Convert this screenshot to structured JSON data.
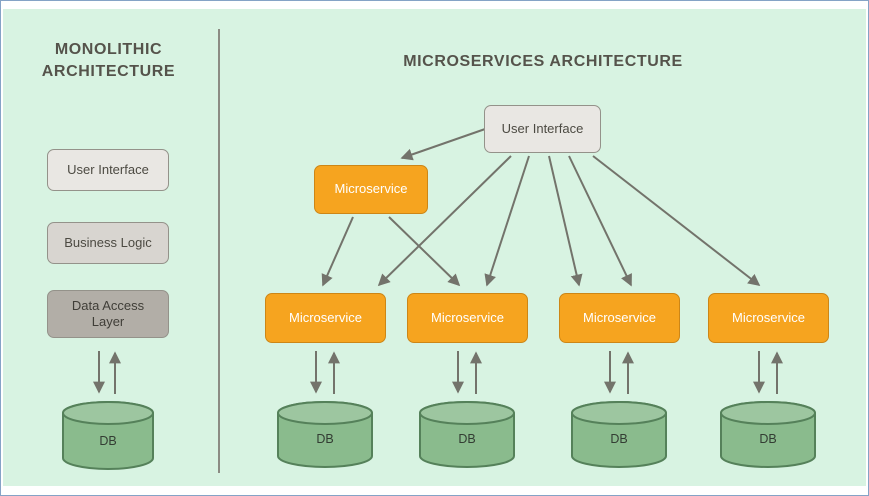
{
  "monolith": {
    "title_line1": "MONOLITHIC",
    "title_line2": "ARCHITECTURE",
    "layers": [
      "User Interface",
      "Business Logic",
      "Data Access Layer"
    ],
    "db": "DB"
  },
  "micro": {
    "title": "MICROSERVICES ARCHITECTURE",
    "ui": "User Interface",
    "gateway": "Microservice",
    "services": [
      "Microservice",
      "Microservice",
      "Microservice",
      "Microservice"
    ],
    "dbs": [
      "DB",
      "DB",
      "DB",
      "DB"
    ]
  },
  "colors": {
    "background": "#d8f3e2",
    "gray_box_light": "#e9e7e3",
    "gray_box_mid": "#d8d5d0",
    "gray_box_dark": "#b2aea7",
    "orange_box": "#f6a41f",
    "green_cylinder": "#8abb8d",
    "arrow_gray": "#73736b"
  }
}
